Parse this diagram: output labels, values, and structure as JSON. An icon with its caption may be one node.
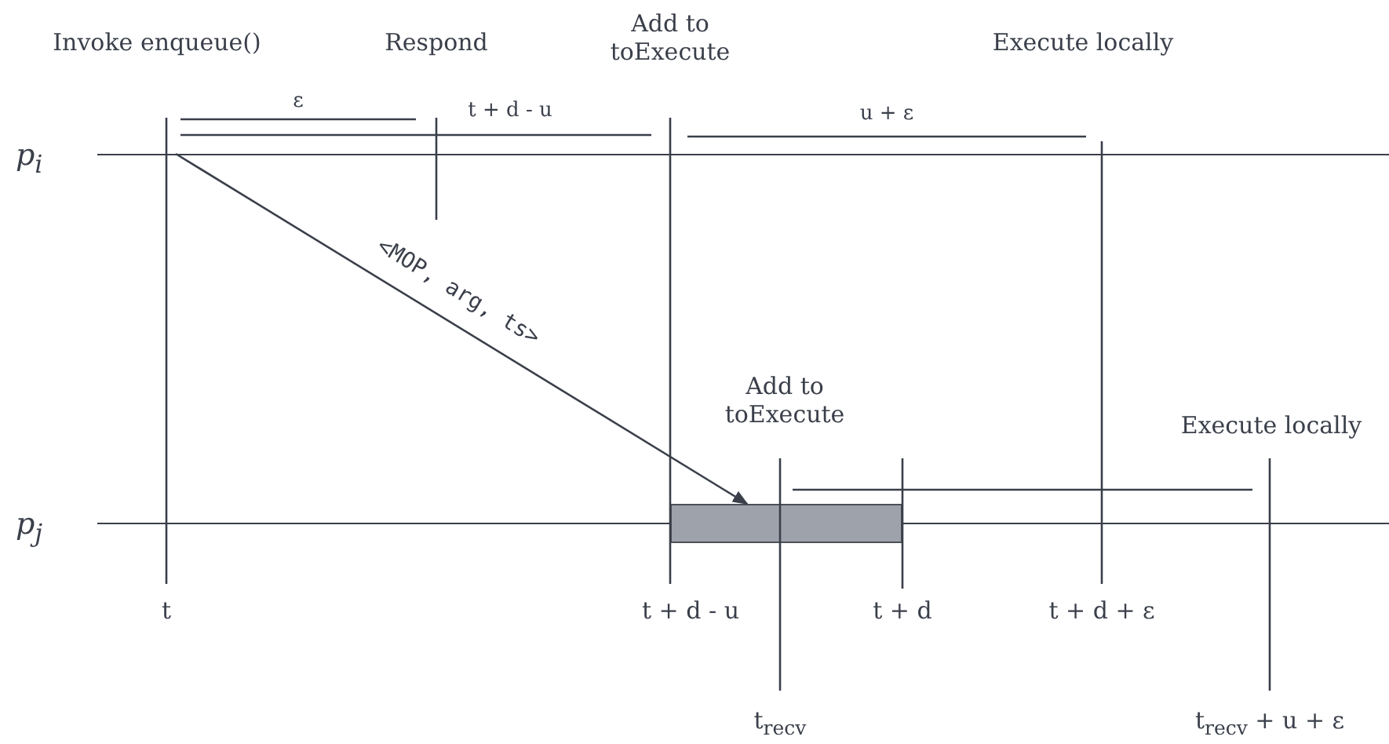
{
  "diagram": {
    "nodes": [
      {
        "text": [
          "p$_{i}$"
        ]
      },
      {
        "text": [
          "p$_{j}$"
        ]
      },
      {
        "text": [],
        "shape": "bar"
      }
    ],
    "edges": [
      {
        "from": 0,
        "to": 2,
        "arrow": "to",
        "label": "<MOP, arg, ts>"
      }
    ],
    "labels": [
      "Invoke enqueue()",
      "Respond",
      "Add to toExecute",
      "Execute locally",
      "ε",
      "t + d - u",
      "u + ε",
      "Add to toExecute",
      "Execute locally",
      "t",
      "t + d - u",
      "t + d",
      "t + d + ε",
      "t$_{recv}$",
      "t$_{recv}$ + u + ε"
    ]
  }
}
